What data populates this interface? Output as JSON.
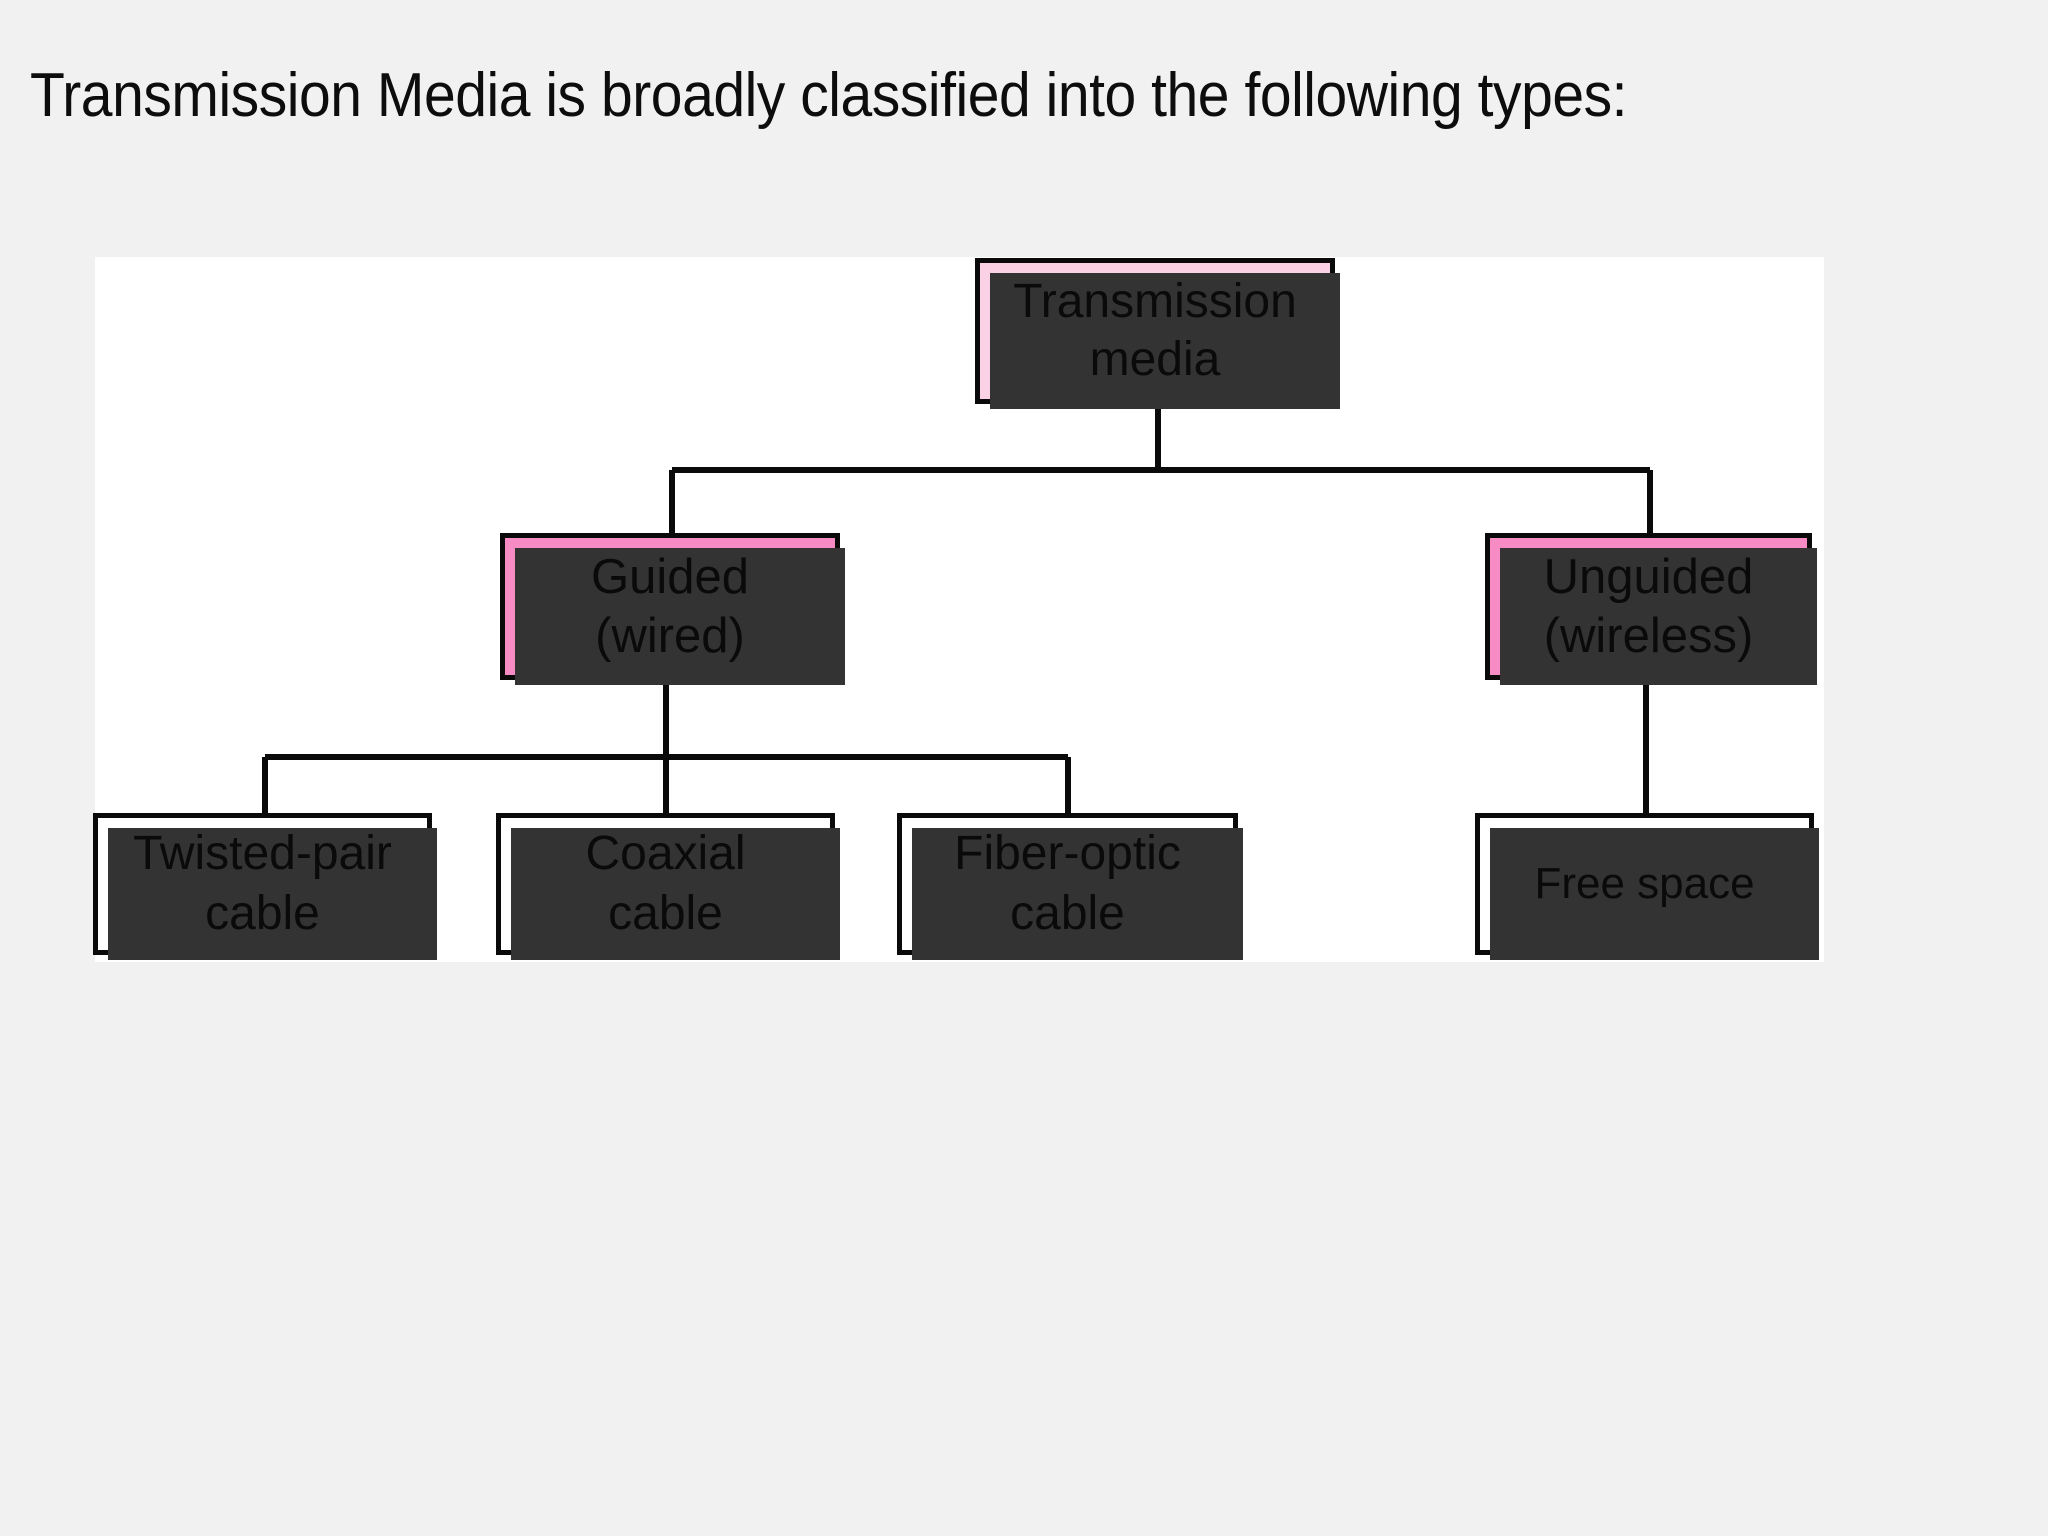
{
  "slide": {
    "title": "Transmission Media is broadly classified into the following types:",
    "background_color": "#F1F1F1",
    "panel_color": "#FFFFFF"
  },
  "colors": {
    "root_fill": "#FBD2E5",
    "branch_fill": "#F78CC4",
    "leaf_fill": "#FFFFFF",
    "border": "#0A0A0A",
    "shadow": "#333333",
    "text": "#0A0A0A"
  },
  "diagram": {
    "type": "hierarchy-tree",
    "root": {
      "id": "transmission-media",
      "line1": "Transmission",
      "line2": "media",
      "fill": "#FBD2E5"
    },
    "branches": [
      {
        "id": "guided",
        "line1": "Guided",
        "line2": "(wired)",
        "fill": "#F78CC4",
        "children": [
          {
            "id": "twisted-pair-cable",
            "line1": "Twisted-pair",
            "line2": "cable",
            "fill": "#FFFFFF"
          },
          {
            "id": "coaxial-cable",
            "line1": "Coaxial",
            "line2": "cable",
            "fill": "#FFFFFF"
          },
          {
            "id": "fiber-optic-cable",
            "line1": "Fiber-optic",
            "line2": "cable",
            "fill": "#FFFFFF"
          }
        ]
      },
      {
        "id": "unguided",
        "line1": "Unguided",
        "line2": "(wireless)",
        "fill": "#F78CC4",
        "children": [
          {
            "id": "free-space",
            "line1": "Free space",
            "line2": "",
            "fill": "#FFFFFF"
          }
        ]
      }
    ]
  }
}
